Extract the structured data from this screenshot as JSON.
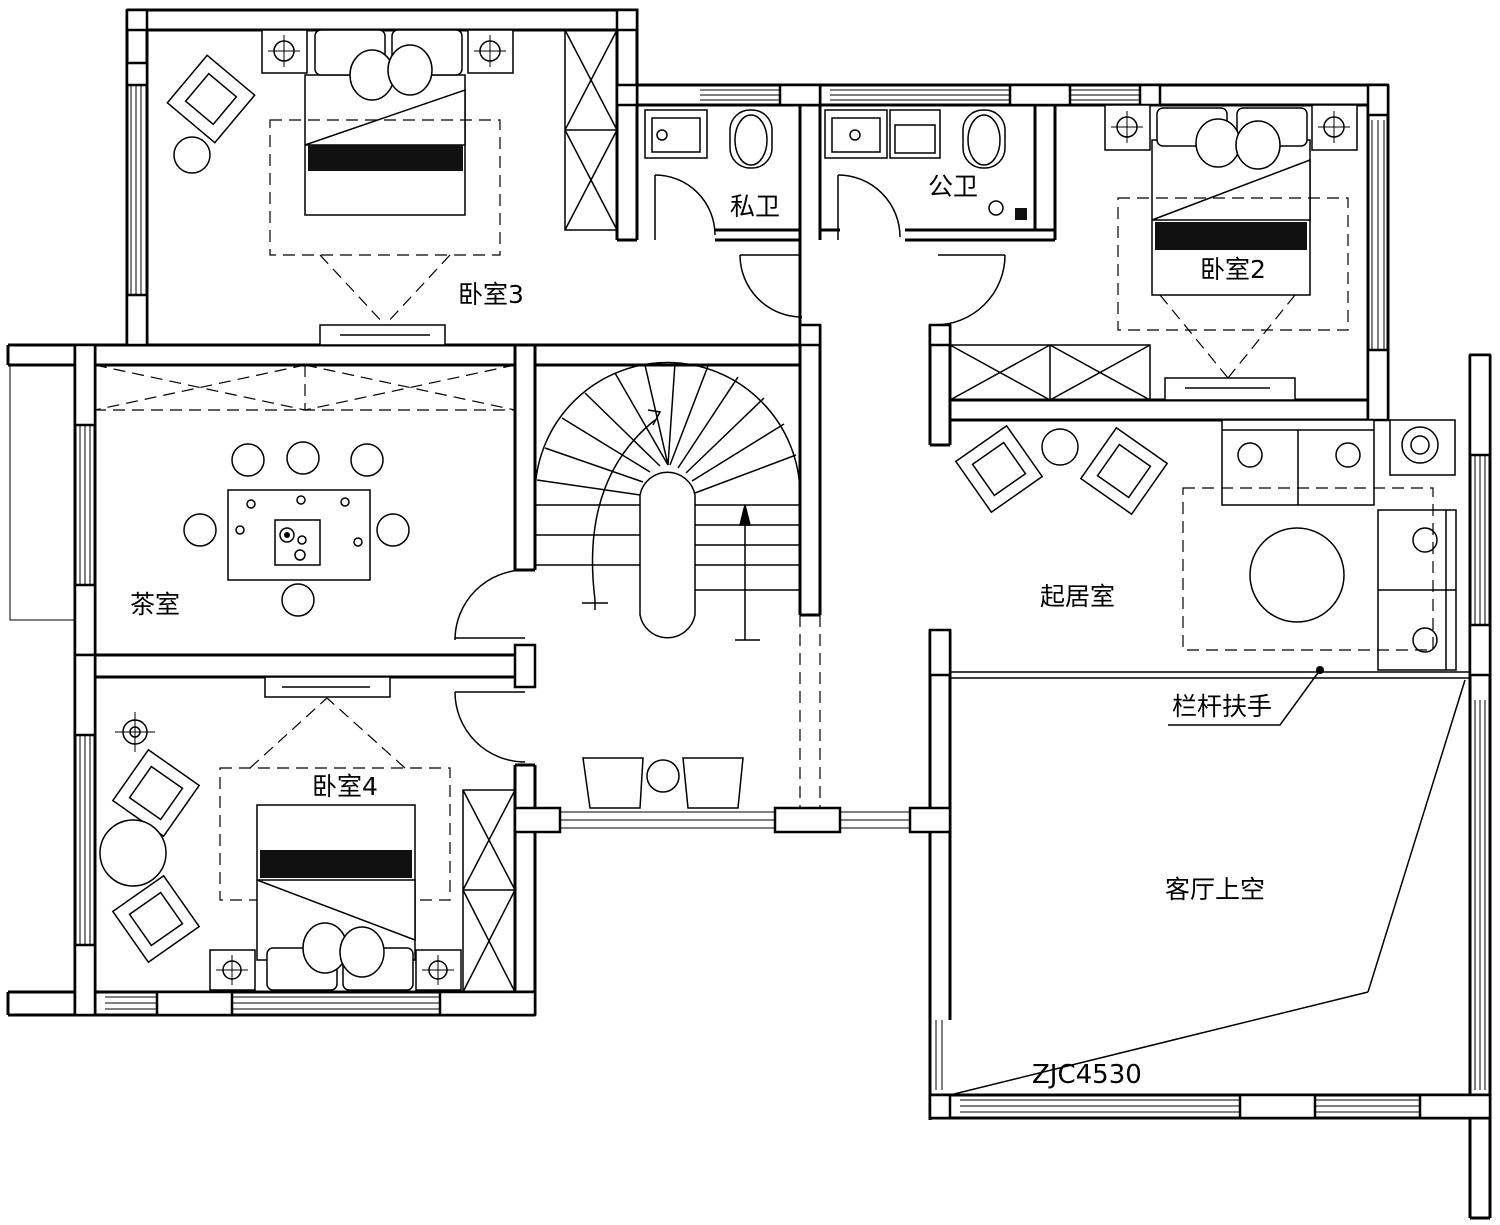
{
  "labels": {
    "bedroom3": "卧室3",
    "bedroom2": "卧室2",
    "bedroom4": "卧室4",
    "private_bath": "私卫",
    "public_bath": "公卫",
    "tea_room": "茶室",
    "living_room": "起居室",
    "railing": "栏杆扶手",
    "void": "客厅上空",
    "code": "ZJC4530"
  },
  "colors": {
    "line": "#000000",
    "background": "#ffffff"
  }
}
